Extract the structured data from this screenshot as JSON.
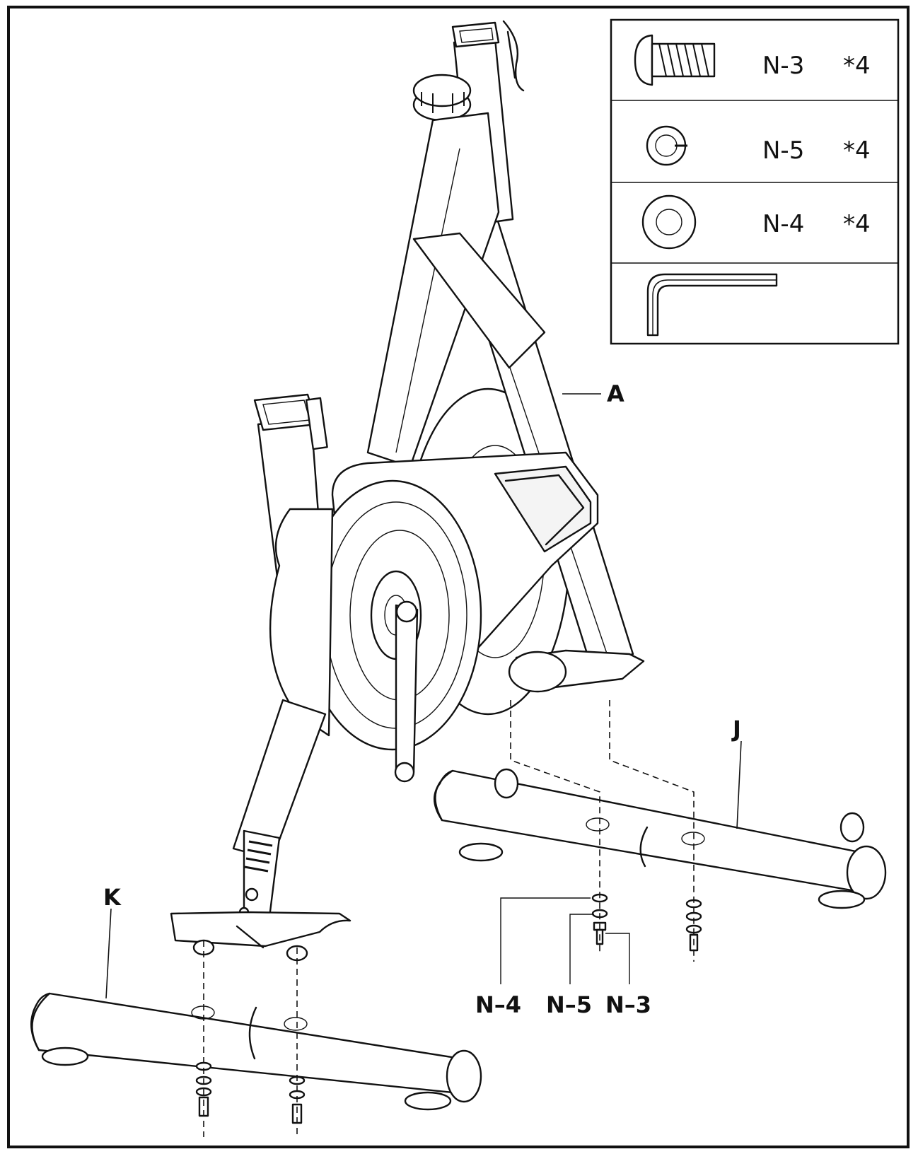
{
  "parts_table": [
    {
      "code": "N-3",
      "qty": "*4",
      "icon": "bolt-icon"
    },
    {
      "code": "N-5",
      "qty": "*4",
      "icon": "spring-washer-icon"
    },
    {
      "code": "N-4",
      "qty": "*4",
      "icon": "flat-washer-icon"
    },
    {
      "code": "",
      "qty": "",
      "icon": "allen-key-icon"
    }
  ],
  "callouts": {
    "main_frame": "A",
    "rear_stabilizer": "J",
    "front_stabilizer": "K",
    "flat_washer": "N–4",
    "spring_washer": "N–5",
    "bolt": "N–3"
  },
  "colors": {
    "line": "#111111",
    "background": "#ffffff"
  }
}
